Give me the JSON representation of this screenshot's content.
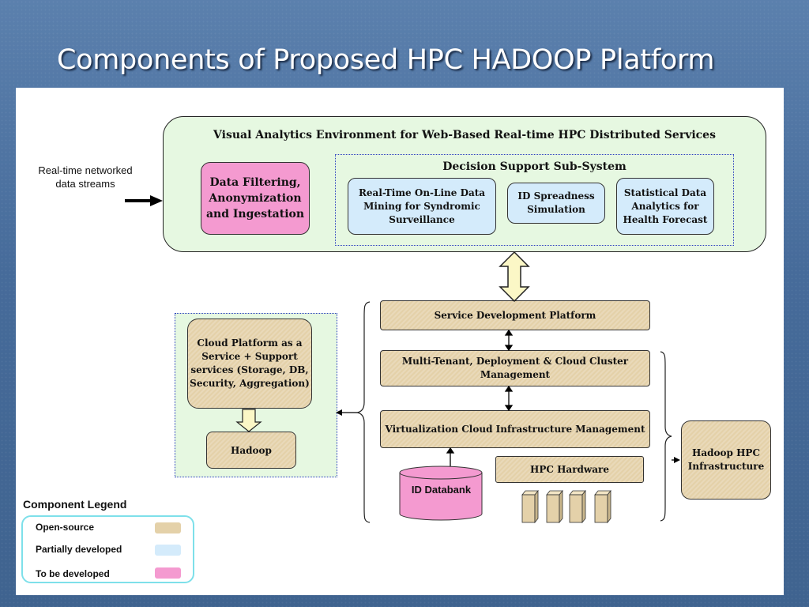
{
  "slide": {
    "title": "Components of Proposed HPC HADOOP Platform"
  },
  "diagram": {
    "visual_analytics": {
      "title": "Visual Analytics Environment for Web-Based Real-time HPC Distributed Services",
      "data_filtering": "Data Filtering, Anonymization and Ingestation",
      "decision_support": {
        "title": "Decision Support Sub-System",
        "real_time": "Real-Time On-Line Data Mining for Syndromic Surveillance",
        "id_spreadness": "ID Spreadness Simulation",
        "statistical": "Statistical Data Analytics for Health Forecast"
      }
    },
    "input_label": "Real-time networked data streams",
    "cloud_platform": {
      "cps": "Cloud Platform as a Service + Support services (Storage, DB, Security, Aggregation)",
      "hadoop": "Hadoop"
    },
    "stack": {
      "service_dev": "Service Development Platform",
      "multi_tenant": "Multi-Tenant, Deployment & Cloud Cluster Management",
      "virtualization": "Virtualization Cloud Infrastructure Management",
      "hpc_hardware": "HPC Hardware",
      "id_databank": "ID Databank",
      "hadoop_hpc": "Hadoop HPC Infrastructure"
    },
    "legend": {
      "title": "Component Legend",
      "items": [
        {
          "label": "Open-source",
          "color": "#e4d1a9"
        },
        {
          "label": "Partially developed",
          "color": "#d4ebfb"
        },
        {
          "label": "To be developed",
          "color": "#f49ad0"
        }
      ]
    }
  }
}
